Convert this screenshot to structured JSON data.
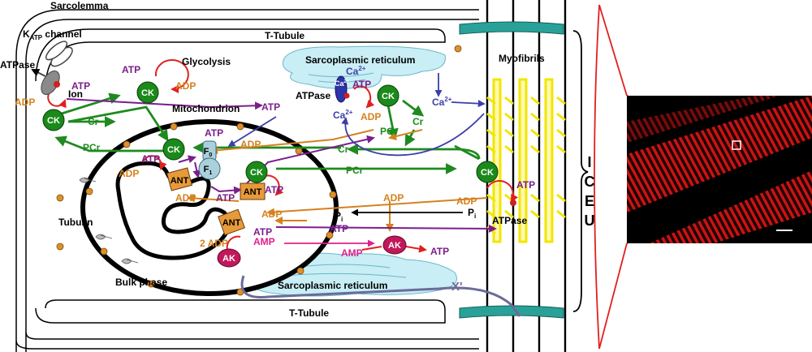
{
  "colors": {
    "adp": "#d4821e",
    "atp": "#7b1e8c",
    "green": "#1f8a1f",
    "ck": "#1a8a1a",
    "ca": "#3b3fa8",
    "ak": "#c2185b",
    "red": "#e02020",
    "sr": "#c9eef5",
    "myofibril": "#f2e600",
    "disc": "#2aa198",
    "micrograph": "#d01818"
  },
  "labels": {
    "sarcolemma": "Sarcolemma",
    "katp_k": "K",
    "katp_sub": "ATP",
    "katp_rest": " channel",
    "ttubule_top": "T-Tubule",
    "ttubule_bottom": "T-Tubule",
    "atpase_left": "ATPase",
    "ion": "Ion",
    "glycolysis": "Glycolysis",
    "mitochondrion": "Mitochondrion",
    "sr_top": "Sarcoplasmic reticulum",
    "sr_bottom": "Sarcoplasmic reticulum",
    "atpase_sr": "ATPase",
    "myofibrils": "Myofibrils",
    "atpase_myo": "ATPase",
    "tubulin": "Tubulin",
    "bulk_phase": "Bulk phase",
    "iceu": [
      "I",
      "C",
      "E",
      "U"
    ],
    "x": "X'"
  },
  "metabolites": {
    "atp": "ATP",
    "adp": "ADP",
    "amp": "AMP",
    "two_adp": "2 ADP",
    "cr": "Cr",
    "pcr": "PCr",
    "ca": "Ca",
    "ca_sup": "2+",
    "pi": "P",
    "pi_sub": "i",
    "f": "F",
    "f0_sub": "0",
    "f1_sub": "1"
  },
  "enzymes": {
    "ck": "CK",
    "ant": "ANT",
    "ak": "AK"
  }
}
